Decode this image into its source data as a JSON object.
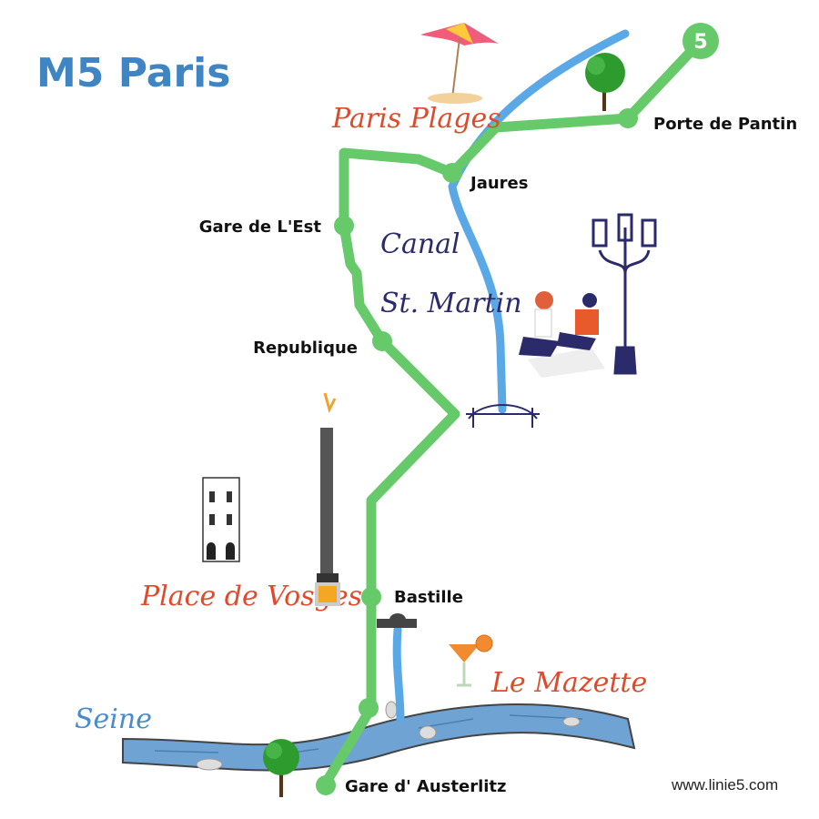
{
  "title": "M5 Paris",
  "line_badge": "5",
  "stations": {
    "porte_de_pantin": "Porte de Pantin",
    "jaures": "Jaures",
    "gare_de_lest": "Gare de L'Est",
    "republique": "Republique",
    "bastille": "Bastille",
    "gare_austerlitz": "Gare d' Austerlitz"
  },
  "places": {
    "paris_plages": "Paris Plages",
    "canal_line1": "Canal",
    "canal_line2": "St. Martin",
    "place_de_vosges": "Place de Vosges",
    "le_mazette": "Le Mazette",
    "seine": "Seine"
  },
  "website": "www.linie5.com",
  "colors": {
    "line": "#66c96a",
    "water": "#5aa9e6",
    "title": "#3f84c3",
    "accent_red": "#e04a2c",
    "navy": "#2b2a6b"
  }
}
